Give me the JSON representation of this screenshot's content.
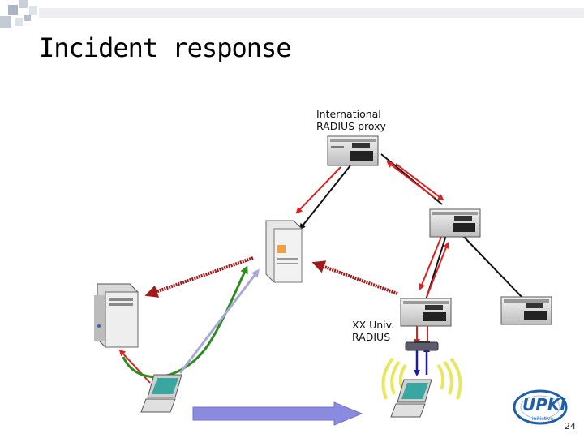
{
  "slide": {
    "title": "Incident response",
    "page_number": "24"
  },
  "labels": {
    "proxy": [
      "International",
      "RADIUS proxy"
    ],
    "univ": [
      "XX Univ.",
      "RADIUS"
    ]
  },
  "logo": {
    "text": "UPKI",
    "subtext": "initiative"
  },
  "colors": {
    "red_arrow": "#e02020",
    "dark_red_arrow": "#a01a1a",
    "green_arrow": "#2e8b1e",
    "lavender_arrow": "#a9a9d6",
    "blue_arrow": "#1a1ab0",
    "server_body": "#d8d8d8",
    "wave": "#e8e860",
    "logo_blue": "#1f5fa8"
  }
}
